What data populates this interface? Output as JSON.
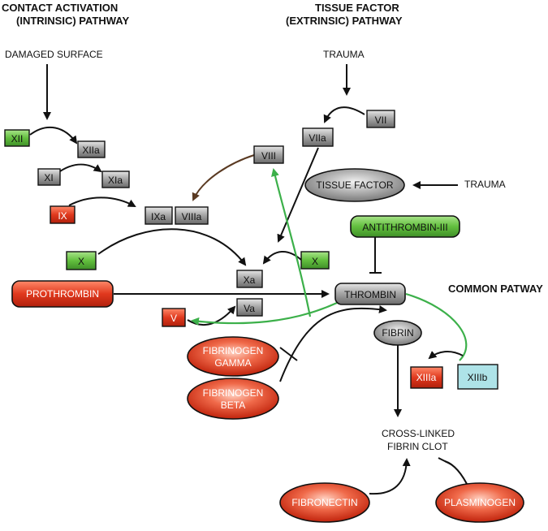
{
  "headers": {
    "intrinsic_line1": "CONTACT ACTIVATION",
    "intrinsic_line2": "(INTRINSIC) PATHWAY",
    "extrinsic_line1": "TISSUE FACTOR",
    "extrinsic_line2": "(EXTRINSIC) PATHWAY",
    "common": "COMMON PATWAY"
  },
  "labels": {
    "damaged_surface": "DAMAGED SURFACE",
    "trauma_top": "TRAUMA",
    "trauma_right": "TRAUMA",
    "clot_line1": "CROSS-LINKED",
    "clot_line2": "FIBRIN CLOT"
  },
  "nodes": {
    "xii": "XII",
    "xiia": "XIIa",
    "xi": "XI",
    "xia": "XIa",
    "ix": "IX",
    "ixa": "IXa",
    "viiia": "VIIIa",
    "viii": "VIII",
    "vii": "VII",
    "viia": "VIIa",
    "tissue_factor": "TISSUE FACTOR",
    "antithrombin": "ANTITHROMBIN-III",
    "x_left": "X",
    "x_right": "X",
    "xa": "Xa",
    "prothrombin": "PROTHROMBIN",
    "thrombin": "THROMBIN",
    "v": "V",
    "va": "Va",
    "fibrin": "FIBRIN",
    "fib_gamma_1": "FIBRINOGEN",
    "fib_gamma_2": "GAMMA",
    "fib_beta_1": "FIBRINOGEN",
    "fib_beta_2": "BETA",
    "xiiia": "XIIIa",
    "xiiib": "XIIIb",
    "fibronectin": "FIBRONECTIN",
    "plasminogen": "PLASMINOGEN"
  },
  "colors": {
    "green": "#5cb83a",
    "red": "#e0391e",
    "gray": "#8f8f8f",
    "cyan": "#aee3e8",
    "arrow_black": "#111111",
    "arrow_green": "#3cb04a",
    "arrow_brown": "#5a3a22"
  }
}
